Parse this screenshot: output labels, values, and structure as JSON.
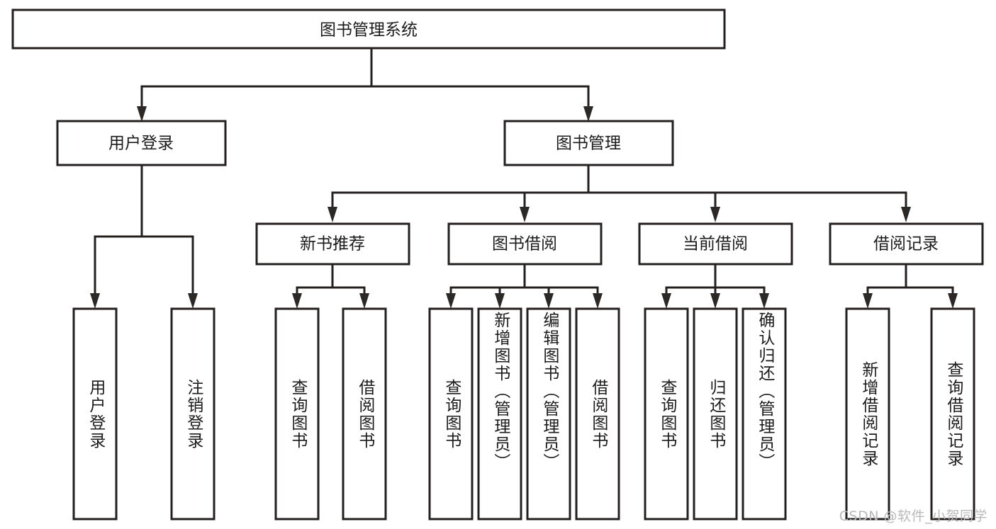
{
  "diagram": {
    "title": "图书管理系统",
    "type": "tree-hierarchy-chart",
    "root": {
      "label": "图书管理系统"
    },
    "level2": [
      {
        "label": "用户登录"
      },
      {
        "label": "图书管理"
      }
    ],
    "level3": [
      {
        "label": "新书推荐"
      },
      {
        "label": "图书借阅"
      },
      {
        "label": "当前借阅"
      },
      {
        "label": "借阅记录"
      }
    ],
    "leaves": {
      "user_login": [
        {
          "label": "用户登录"
        },
        {
          "label": "注销登录"
        }
      ],
      "new_book_recommend": [
        {
          "label": "查询图书"
        },
        {
          "label": "借阅图书"
        }
      ],
      "book_borrow": [
        {
          "label": "查询图书"
        },
        {
          "label": "新增图书（管理员）"
        },
        {
          "label": "编辑图书（管理员）"
        },
        {
          "label": "借阅图书"
        }
      ],
      "current_borrow": [
        {
          "label": "查询图书"
        },
        {
          "label": "归还图书"
        },
        {
          "label": "确认归还（管理员）"
        }
      ],
      "borrow_record": [
        {
          "label": "新增借阅记录"
        },
        {
          "label": "查询借阅记录"
        }
      ]
    }
  },
  "watermark": {
    "text": "CSDN @软件_小贺同学"
  },
  "colors": {
    "box_stroke": "#23201f",
    "box_fill": "#ffffff",
    "text": "#1b1b1b",
    "watermark": "#b9b9b9",
    "background": "#ffffff"
  }
}
